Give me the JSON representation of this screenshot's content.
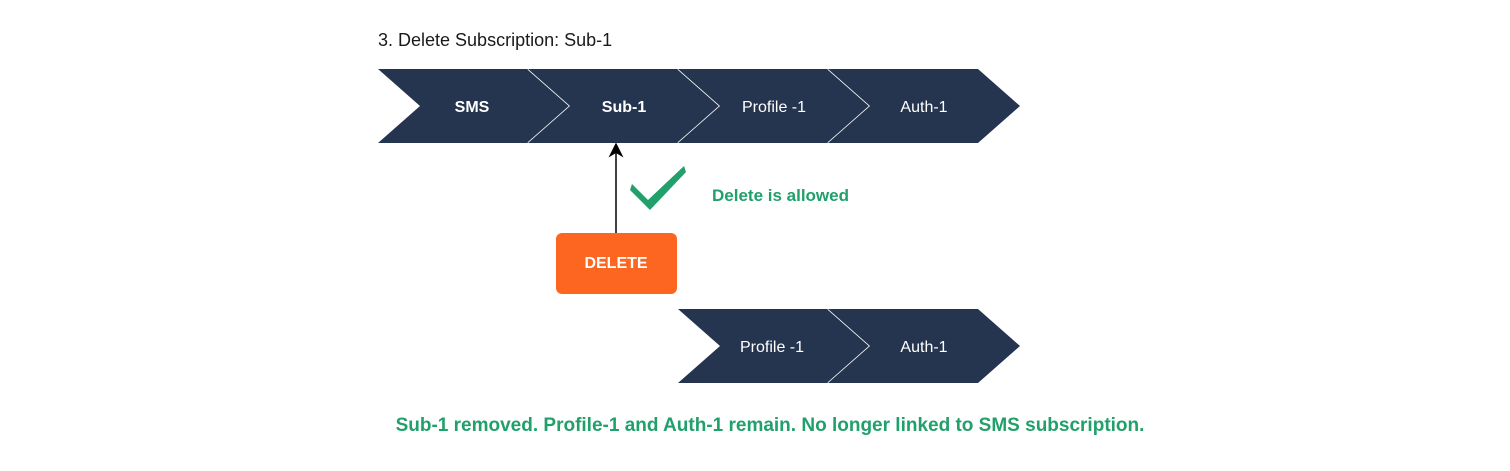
{
  "title": "3. Delete Subscription: Sub-1",
  "top_chain": [
    {
      "label": "SMS",
      "bold": true
    },
    {
      "label": "Sub-1",
      "bold": true
    },
    {
      "label": "Profile -1",
      "bold": false
    },
    {
      "label": "Auth-1",
      "bold": false
    }
  ],
  "bottom_chain": [
    {
      "label": "Profile -1",
      "bold": false
    },
    {
      "label": "Auth-1",
      "bold": false
    }
  ],
  "delete_button": {
    "label": "DELETE"
  },
  "allowed_text": "Delete is allowed",
  "summary_text": "Sub-1 removed. Profile-1 and Auth-1 remain. No longer linked to SMS subscription.",
  "colors": {
    "chevron_fill": "#26354f",
    "chevron_divider": "#ffffff",
    "delete_fill": "#fc6621",
    "success_green": "#21a06b",
    "arrow": "#000000"
  },
  "icons": {
    "check": "check-icon",
    "arrow": "arrow-up-icon"
  }
}
